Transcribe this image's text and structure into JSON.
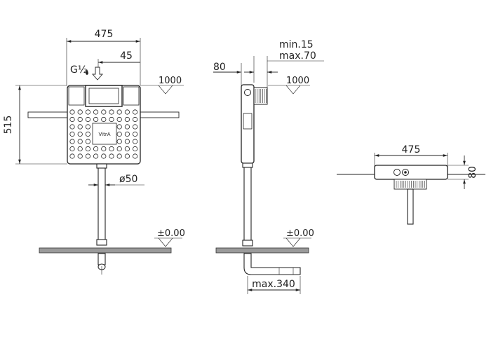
{
  "front_view": {
    "width_label": "475",
    "offset_label": "45",
    "inlet_label": "G½",
    "height_label": "515",
    "level_1000_label": "1000",
    "pipe_label": "ø50",
    "floor_label": "±0.00",
    "brand_mark": "VitrA"
  },
  "side_view": {
    "depth_label": "80",
    "min_label": "min.15",
    "max_label": "max.70",
    "level_1000_label": "1000",
    "floor_label": "±0.00",
    "max_offset_label": "max.340"
  },
  "top_view": {
    "width_label": "475",
    "depth_label": "80"
  }
}
